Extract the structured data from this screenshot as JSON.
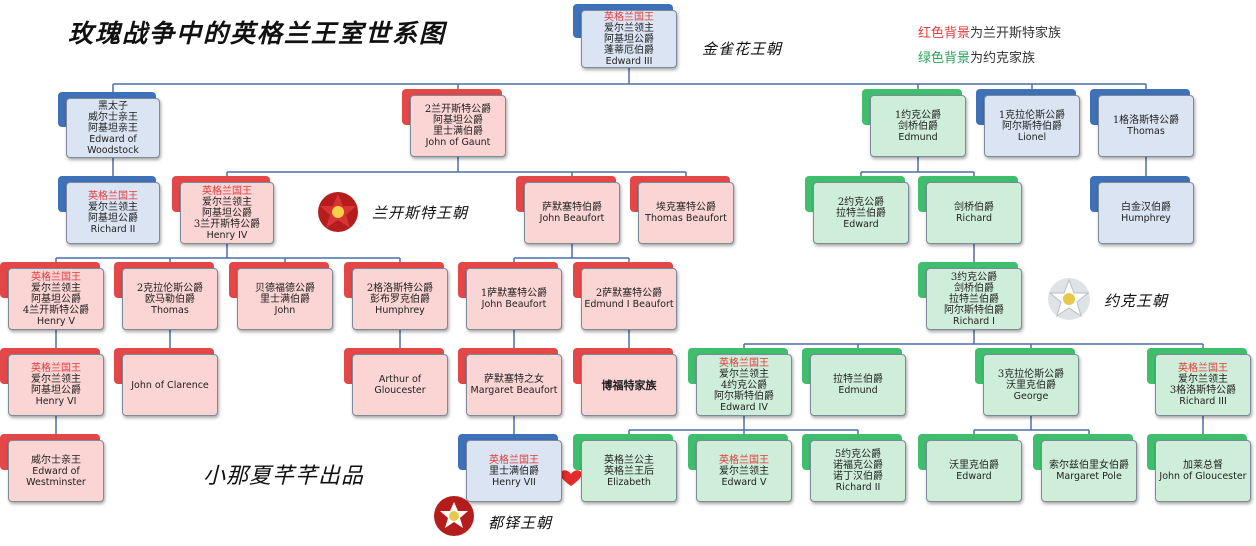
{
  "title": "玫瑰战争中的英格兰王室世系图",
  "legend": [
    {
      "key": "红色背景",
      "text": "为兰开斯特家族"
    },
    {
      "key": "绿色背景",
      "text": "为约克家族"
    }
  ],
  "dynasty_labels": {
    "plantagenet": "金雀花王朝",
    "lancaster": "兰开斯特王朝",
    "york": "约克王朝",
    "tudor": "都铎王朝"
  },
  "signature": "小那夏芊芊出品",
  "nodes": {
    "edward3": {
      "lines": [
        "英格兰国王",
        "爱尔兰领主",
        "阿基坦公爵",
        "蓬蒂厄伯爵"
      ],
      "name": "Edward III"
    },
    "black_prince": {
      "lines": [
        "黑太子",
        "威尔士亲王",
        "阿基坦亲王"
      ],
      "name": "Edward of Woodstock"
    },
    "gaunt": {
      "lines": [
        "2兰开斯特公爵",
        "阿基坦公爵",
        "里士满伯爵"
      ],
      "name": "John of Gaunt"
    },
    "edmund_york": {
      "lines": [
        "1约克公爵",
        "剑桥伯爵"
      ],
      "name": "Edmund"
    },
    "lionel": {
      "lines": [
        "1克拉伦斯公爵",
        "阿尔斯特伯爵"
      ],
      "name": "Lionel"
    },
    "thomas_glo": {
      "lines": [
        "1格洛斯特公爵"
      ],
      "name": "Thomas"
    },
    "richard2": {
      "lines": [
        "英格兰国王",
        "爱尔兰领主",
        "阿基坦公爵"
      ],
      "name": "Richard II"
    },
    "henry4": {
      "lines": [
        "英格兰国王",
        "爱尔兰领主",
        "阿基坦公爵",
        "3兰开斯特公爵"
      ],
      "name": "Henry IV"
    },
    "jbeaufort_s": {
      "lines": [
        "萨默塞特伯爵"
      ],
      "name": "John Beaufort"
    },
    "tbeaufort": {
      "lines": [
        "埃克塞特公爵"
      ],
      "name": "Thomas Beaufort"
    },
    "edward_2york": {
      "lines": [
        "2约克公爵",
        "拉特兰伯爵"
      ],
      "name": "Edward"
    },
    "richard_cam": {
      "lines": [
        "剑桥伯爵"
      ],
      "name": "Richard"
    },
    "humphrey_buck": {
      "lines": [
        "白金汉伯爵"
      ],
      "name": "Humphrey"
    },
    "henry5": {
      "lines": [
        "英格兰国王",
        "爱尔兰领主",
        "阿基坦公爵",
        "4兰开斯特公爵"
      ],
      "name": "Henry V"
    },
    "thomas_cla": {
      "lines": [
        "2克拉伦斯公爵",
        "欧马勒伯爵"
      ],
      "name": "Thomas"
    },
    "john_bed": {
      "lines": [
        "贝德福德公爵",
        "里士满伯爵"
      ],
      "name": "John"
    },
    "humphrey_glo": {
      "lines": [
        "2格洛斯特公爵",
        "彭布罗克伯爵"
      ],
      "name": "Humphrey"
    },
    "jbeaufort_1": {
      "lines": [
        "1萨默塞特公爵"
      ],
      "name": "John Beaufort"
    },
    "ebeaufort": {
      "lines": [
        "2萨默塞特公爵"
      ],
      "name": "Edmund I Beaufort"
    },
    "richard_3york": {
      "lines": [
        "3约克公爵",
        "剑桥伯爵",
        "拉特兰伯爵",
        "阿尔斯特伯爵"
      ],
      "name": "Richard I"
    },
    "henry6": {
      "lines": [
        "英格兰国王",
        "爱尔兰领主",
        "阿基坦公爵"
      ],
      "name": "Henry VI"
    },
    "john_clar": {
      "lines": [],
      "name": "John of Clarence"
    },
    "arthur": {
      "lines": [],
      "name": "Arthur of Gloucester"
    },
    "margaret_b": {
      "lines": [
        "萨默塞特之女"
      ],
      "name": "Margaret Beaufort"
    },
    "beaufort_fam": {
      "lines": [
        "博福特家族"
      ],
      "name": ""
    },
    "edward4": {
      "lines": [
        "英格兰国王",
        "爱尔兰领主",
        "4约克公爵",
        "阿尔斯特伯爵"
      ],
      "name": "Edward IV"
    },
    "edmund_rut": {
      "lines": [
        "拉特兰伯爵"
      ],
      "name": "Edmund"
    },
    "george": {
      "lines": [
        "3克拉伦斯公爵",
        "沃里克伯爵"
      ],
      "name": "George"
    },
    "richard3": {
      "lines": [
        "英格兰国王",
        "爱尔兰领主",
        "3格洛斯特公爵"
      ],
      "name": "Richard III"
    },
    "edward_wm": {
      "lines": [
        "威尔士亲王"
      ],
      "name": "Edward of Westminster"
    },
    "henry7": {
      "lines": [
        "英格兰国王",
        "里士满伯爵"
      ],
      "name": "Henry VII"
    },
    "elizabeth": {
      "lines": [
        "英格兰公主",
        "英格兰王后"
      ],
      "name": "Elizabeth"
    },
    "edward5": {
      "lines": [
        "英格兰国王",
        "爱尔兰领主"
      ],
      "name": "Edward V"
    },
    "richard_sh": {
      "lines": [
        "5约克公爵",
        "诺福克公爵",
        "诺丁汉伯爵"
      ],
      "name": "Richard II"
    },
    "edward_war": {
      "lines": [
        "沃里克伯爵"
      ],
      "name": "Edward"
    },
    "margaret_pole": {
      "lines": [
        "索尔兹伯里女伯爵"
      ],
      "name": "Margaret Pole"
    },
    "john_glou": {
      "lines": [
        "加莱总督"
      ],
      "name": "John of Gloucester"
    }
  },
  "colors": {
    "blue": "#3f71b8",
    "red": "#e44747",
    "green": "#3fbe6e",
    "line": "#4a6fa5"
  }
}
